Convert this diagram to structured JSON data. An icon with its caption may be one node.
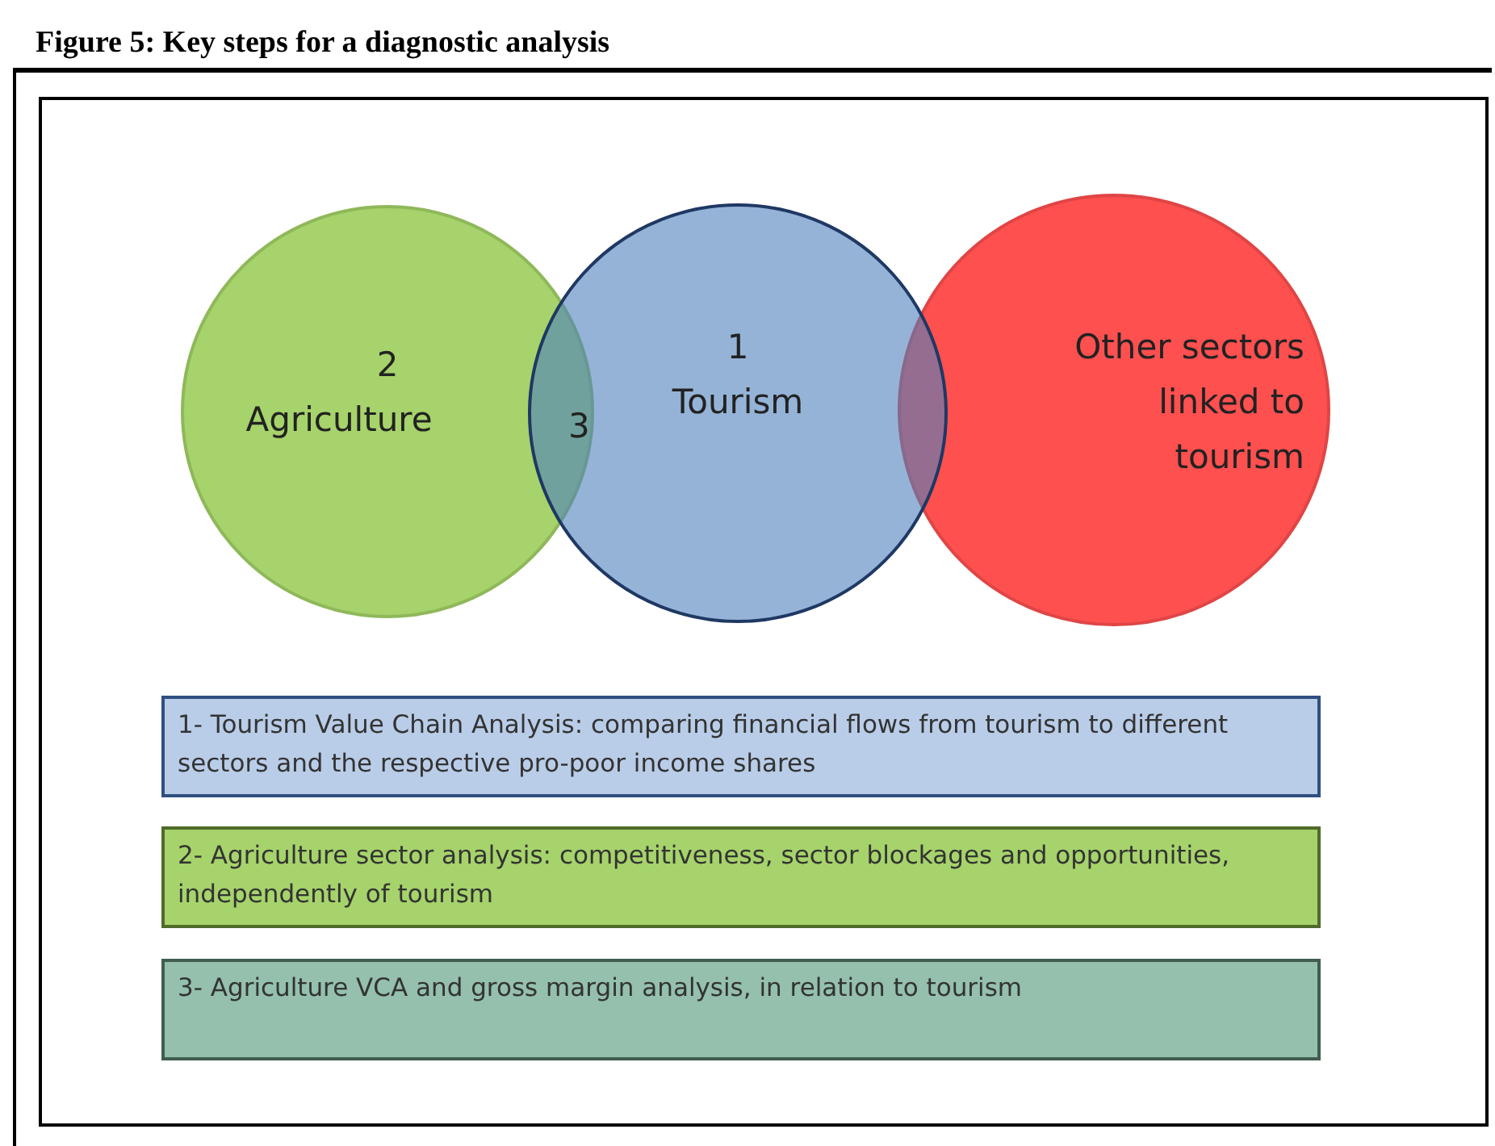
{
  "diagram": {
    "title": "Figure 5: Key steps for a diagnostic analysis",
    "nodes": [
      {
        "text": [
          "2",
          "Agriculture"
        ]
      },
      {
        "text": [
          "1",
          "Tourism"
        ]
      },
      {
        "text": [
          "Other sectors linked to tourism"
        ]
      },
      {
        "text": [
          "1- Tourism Value Chain Analysis: comparing financial flows from tourism to different sectors and the respective pro-poor income shares"
        ]
      },
      {
        "text": [
          "2- Agriculture sector analysis: competitiveness, sector blockages and opportunities, independently of tourism"
        ]
      },
      {
        "text": [
          "3- Agriculture VCA and gross margin analysis, in relation to tourism"
        ]
      }
    ],
    "labels": [
      "3"
    ]
  }
}
